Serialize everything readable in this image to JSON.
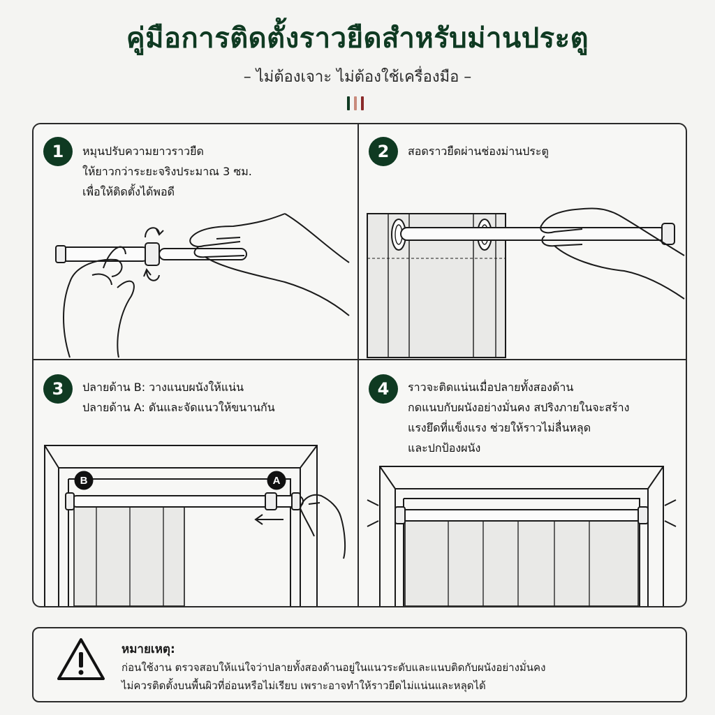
{
  "header": {
    "title": "คู่มือการติดตั้งราวยืดสำหรับม่านประตู",
    "subtitle": "– ไม่ต้องเจาะ ไม่ต้องใช้เครื่องมือ –",
    "accent_colors": [
      "#0f3a22",
      "#c98b7c",
      "#8a2a2a"
    ]
  },
  "steps": [
    {
      "number": "1",
      "lines": [
        "หมุนปรับความยาวราวยืด",
        "ให้ยาวกว่าระยะจริงประมาณ 3 ซม.",
        "เพื่อให้ติดตั้งได้พอดี"
      ]
    },
    {
      "number": "2",
      "lines": [
        "สอดราวยืดผ่านช่องม่านประตู"
      ]
    },
    {
      "number": "3",
      "lines": [
        "ปลายด้าน B: วางแนบผนังให้แน่น",
        "ปลายด้าน A: ดันและจัดแนวให้ขนานกัน"
      ],
      "label_b": "B",
      "label_a": "A"
    },
    {
      "number": "4",
      "lines": [
        "ราวจะติดแน่นเมื่อปลายทั้งสองด้าน",
        "กดแนบกับผนังอย่างมั่นคง สปริงภายในจะสร้าง",
        "แรงยึดที่แข็งแรง ช่วยให้ราวไม่ลื่นหลุด",
        "และปกป้องผนัง"
      ]
    }
  ],
  "note": {
    "title": "หมายเหตุ:",
    "lines": [
      "ก่อนใช้งาน ตรวจสอบให้แน่ใจว่าปลายทั้งสองด้านอยู่ในแนวระดับและแนบติดกับผนังอย่างมั่นคง",
      "ไม่ควรติดตั้งบนพื้นผิวที่อ่อนหรือไม่เรียบ เพราะอาจทำให้ราวยืดไม่แน่นและหลุดได้"
    ],
    "icon": "warning-icon"
  }
}
